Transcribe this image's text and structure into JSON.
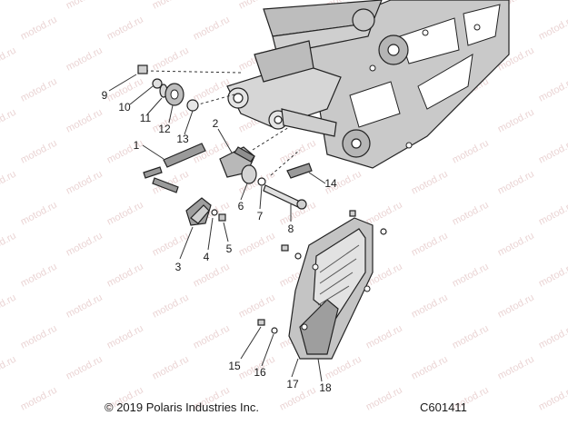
{
  "diagram": {
    "copyright": "© 2019 Polaris Industries Inc.",
    "figure_code": "C601411",
    "watermark": "motod.ru",
    "callouts": [
      {
        "id": "1",
        "label": "1"
      },
      {
        "id": "2",
        "label": "2"
      },
      {
        "id": "3",
        "label": "3"
      },
      {
        "id": "4",
        "label": "4"
      },
      {
        "id": "5",
        "label": "5"
      },
      {
        "id": "6",
        "label": "6"
      },
      {
        "id": "7",
        "label": "7"
      },
      {
        "id": "8",
        "label": "8"
      },
      {
        "id": "9",
        "label": "9"
      },
      {
        "id": "10",
        "label": "10"
      },
      {
        "id": "11",
        "label": "11"
      },
      {
        "id": "12",
        "label": "12"
      },
      {
        "id": "13",
        "label": "13"
      },
      {
        "id": "14",
        "label": "14"
      },
      {
        "id": "15",
        "label": "15"
      },
      {
        "id": "16",
        "label": "16"
      },
      {
        "id": "17",
        "label": "17"
      },
      {
        "id": "18",
        "label": "18"
      }
    ]
  }
}
